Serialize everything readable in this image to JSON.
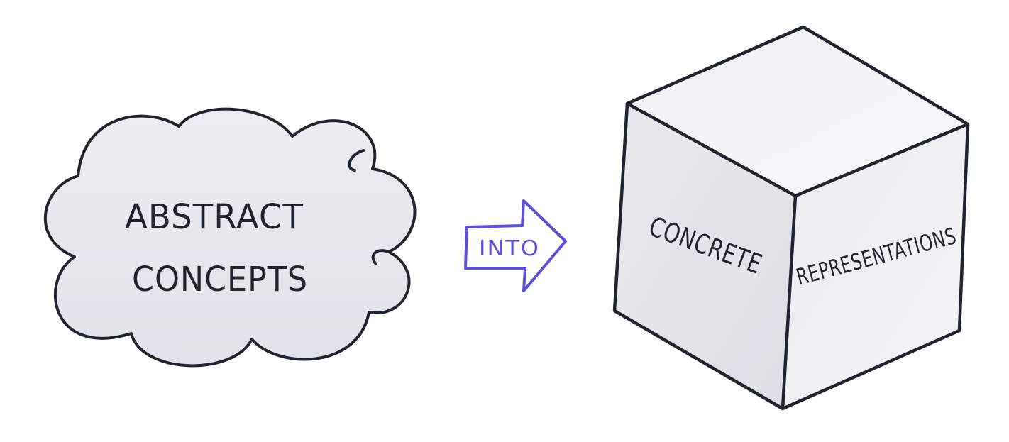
{
  "cloud": {
    "line1": "ABSTRACT",
    "line2": "CONCEPTS"
  },
  "arrow": {
    "label": "INTO"
  },
  "cube": {
    "left_face_label": "CONCRETE",
    "right_face_label": "REPRESENTATIONS"
  },
  "colors": {
    "ink": "#1f2430",
    "accent": "#5b50d6",
    "cloud_fill": "#e7e7ee",
    "cube_left": "#e4e4ea",
    "cube_right": "#ececf1",
    "cube_top": "#f3f3f6"
  }
}
